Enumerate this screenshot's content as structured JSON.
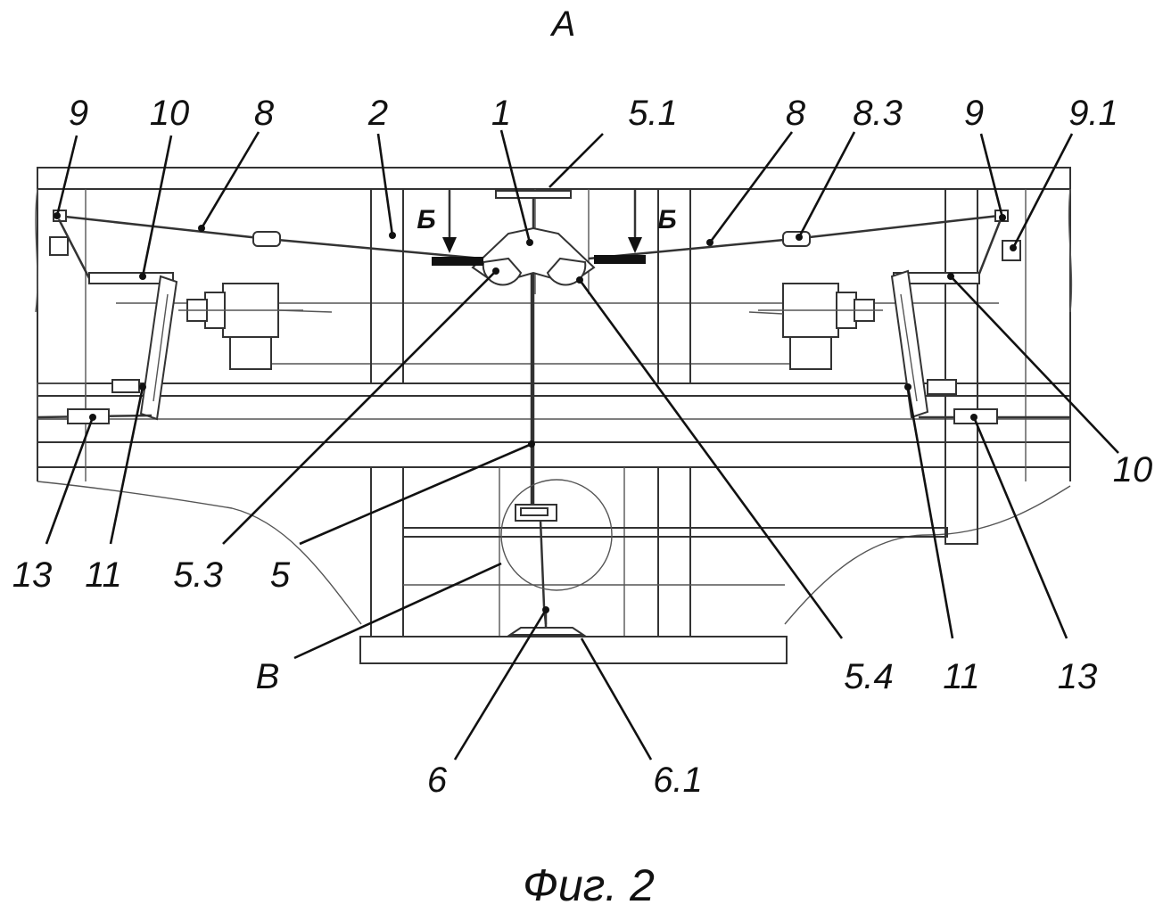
{
  "view_title": "А",
  "caption": "Фиг. 2",
  "section_marks": {
    "left": "Б",
    "right": "Б"
  },
  "labels": {
    "l9_left": "9",
    "l10_left": "10",
    "l8_left": "8",
    "l2": "2",
    "l1": "1",
    "l5_1": "5.1",
    "l8_right": "8",
    "l8_3": "8.3",
    "l9_right": "9",
    "l9_1": "9.1",
    "l10_right": "10",
    "l13_left": "13",
    "l11_left": "11",
    "l5_3": "5.3",
    "l5": "5",
    "lV": "В",
    "l5_4": "5.4",
    "l11_right": "11",
    "l13_right": "13",
    "l6": "6",
    "l6_1": "6.1"
  }
}
